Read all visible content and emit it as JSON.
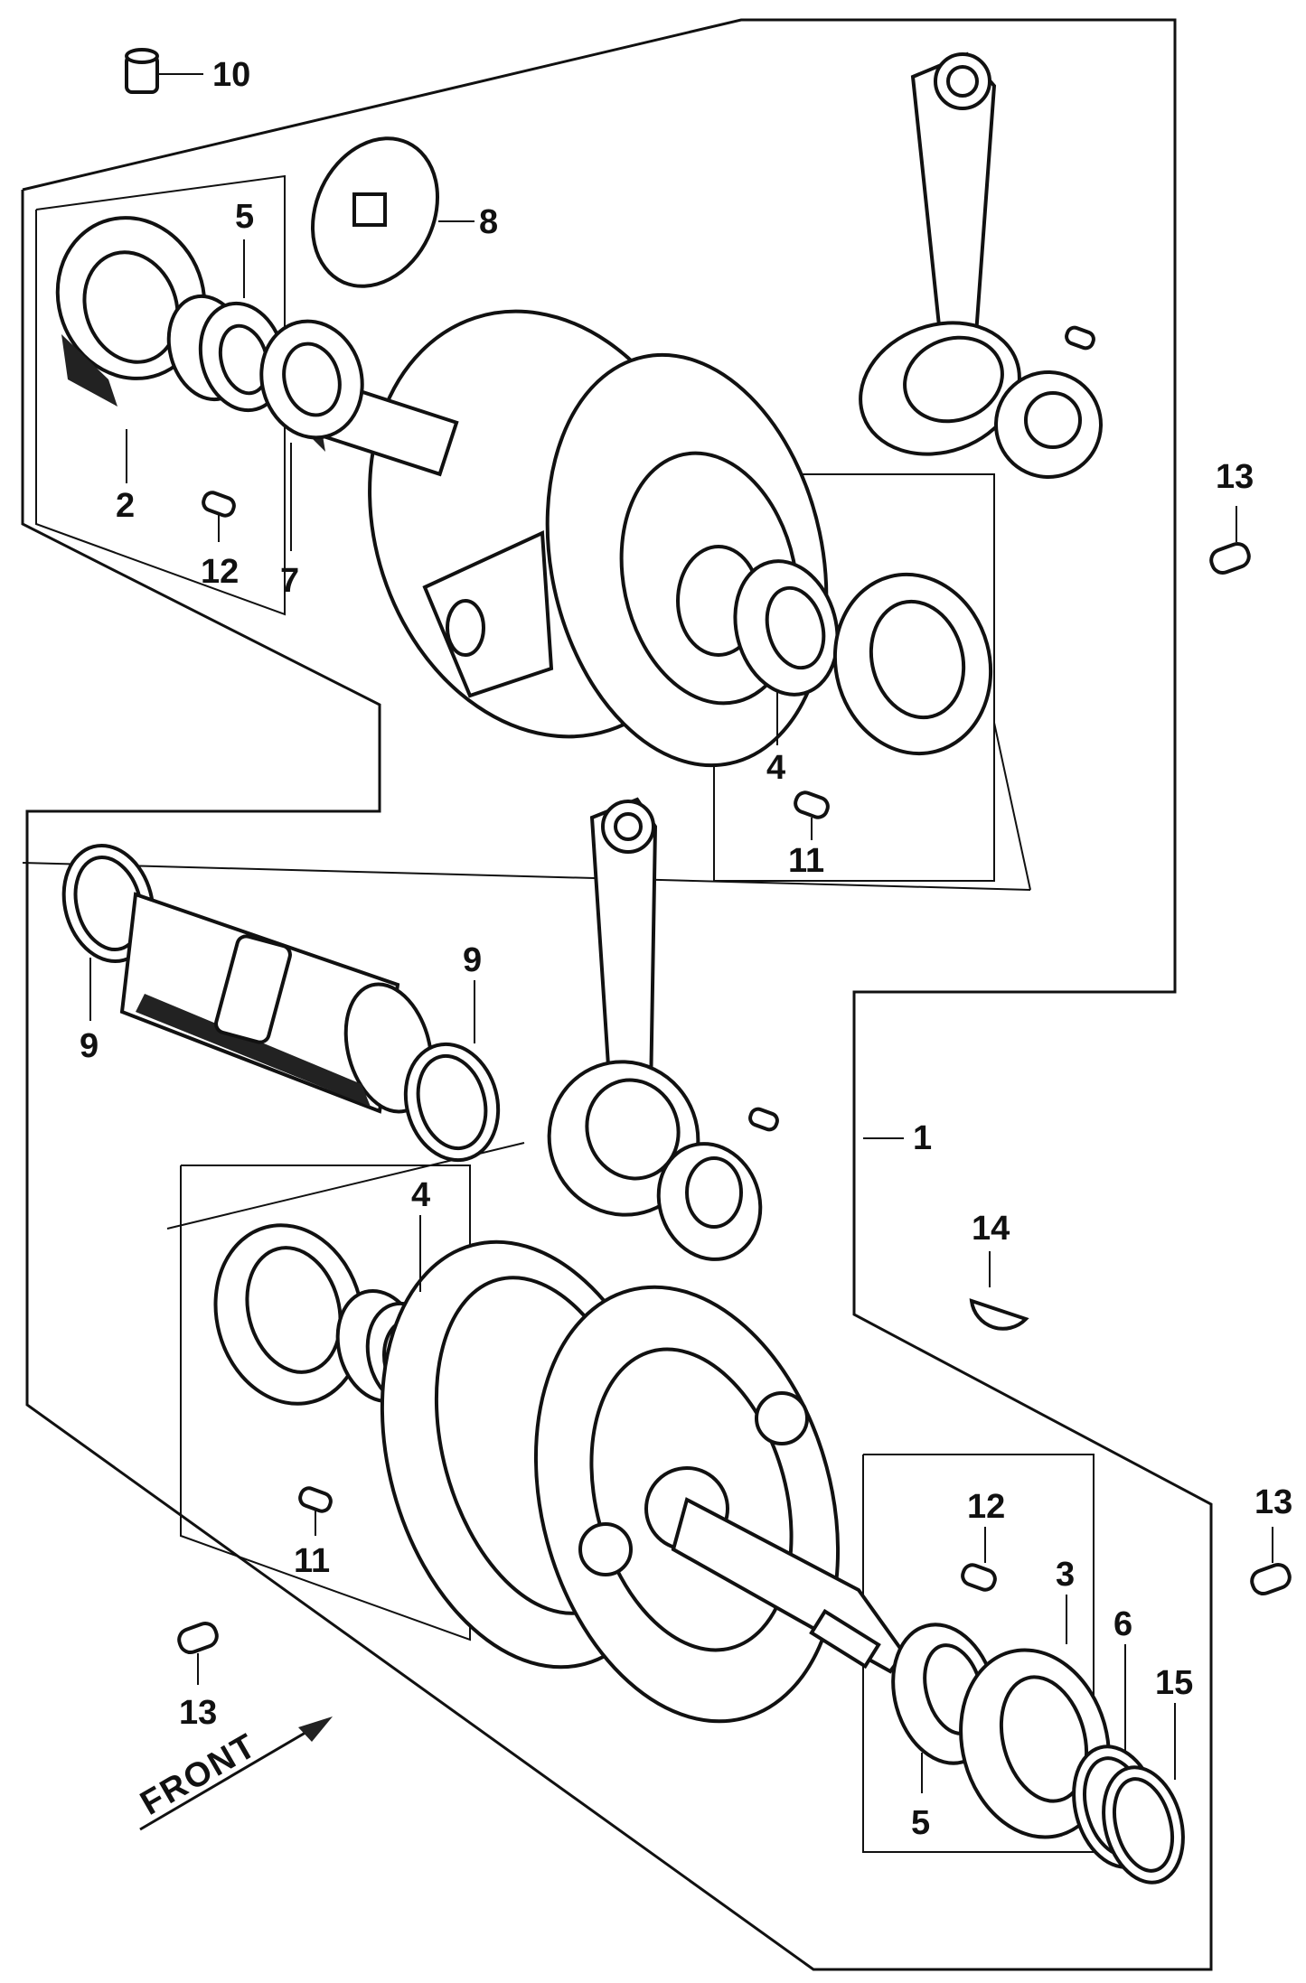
{
  "diagram": {
    "front_label": "FRONT",
    "callouts": [
      {
        "id": "c1",
        "text": "1"
      },
      {
        "id": "c2",
        "text": "2"
      },
      {
        "id": "c3",
        "text": "3"
      },
      {
        "id": "c4a",
        "text": "4"
      },
      {
        "id": "c4b",
        "text": "4"
      },
      {
        "id": "c5a",
        "text": "5"
      },
      {
        "id": "c5b",
        "text": "5"
      },
      {
        "id": "c6",
        "text": "6"
      },
      {
        "id": "c7",
        "text": "7"
      },
      {
        "id": "c8",
        "text": "8"
      },
      {
        "id": "c9a",
        "text": "9"
      },
      {
        "id": "c9b",
        "text": "9"
      },
      {
        "id": "c10",
        "text": "10"
      },
      {
        "id": "c11a",
        "text": "11"
      },
      {
        "id": "c11b",
        "text": "11"
      },
      {
        "id": "c12a",
        "text": "12"
      },
      {
        "id": "c12b",
        "text": "12"
      },
      {
        "id": "c13a",
        "text": "13"
      },
      {
        "id": "c13b",
        "text": "13"
      },
      {
        "id": "c13c",
        "text": "13"
      },
      {
        "id": "c14",
        "text": "14"
      },
      {
        "id": "c15",
        "text": "15"
      }
    ]
  }
}
